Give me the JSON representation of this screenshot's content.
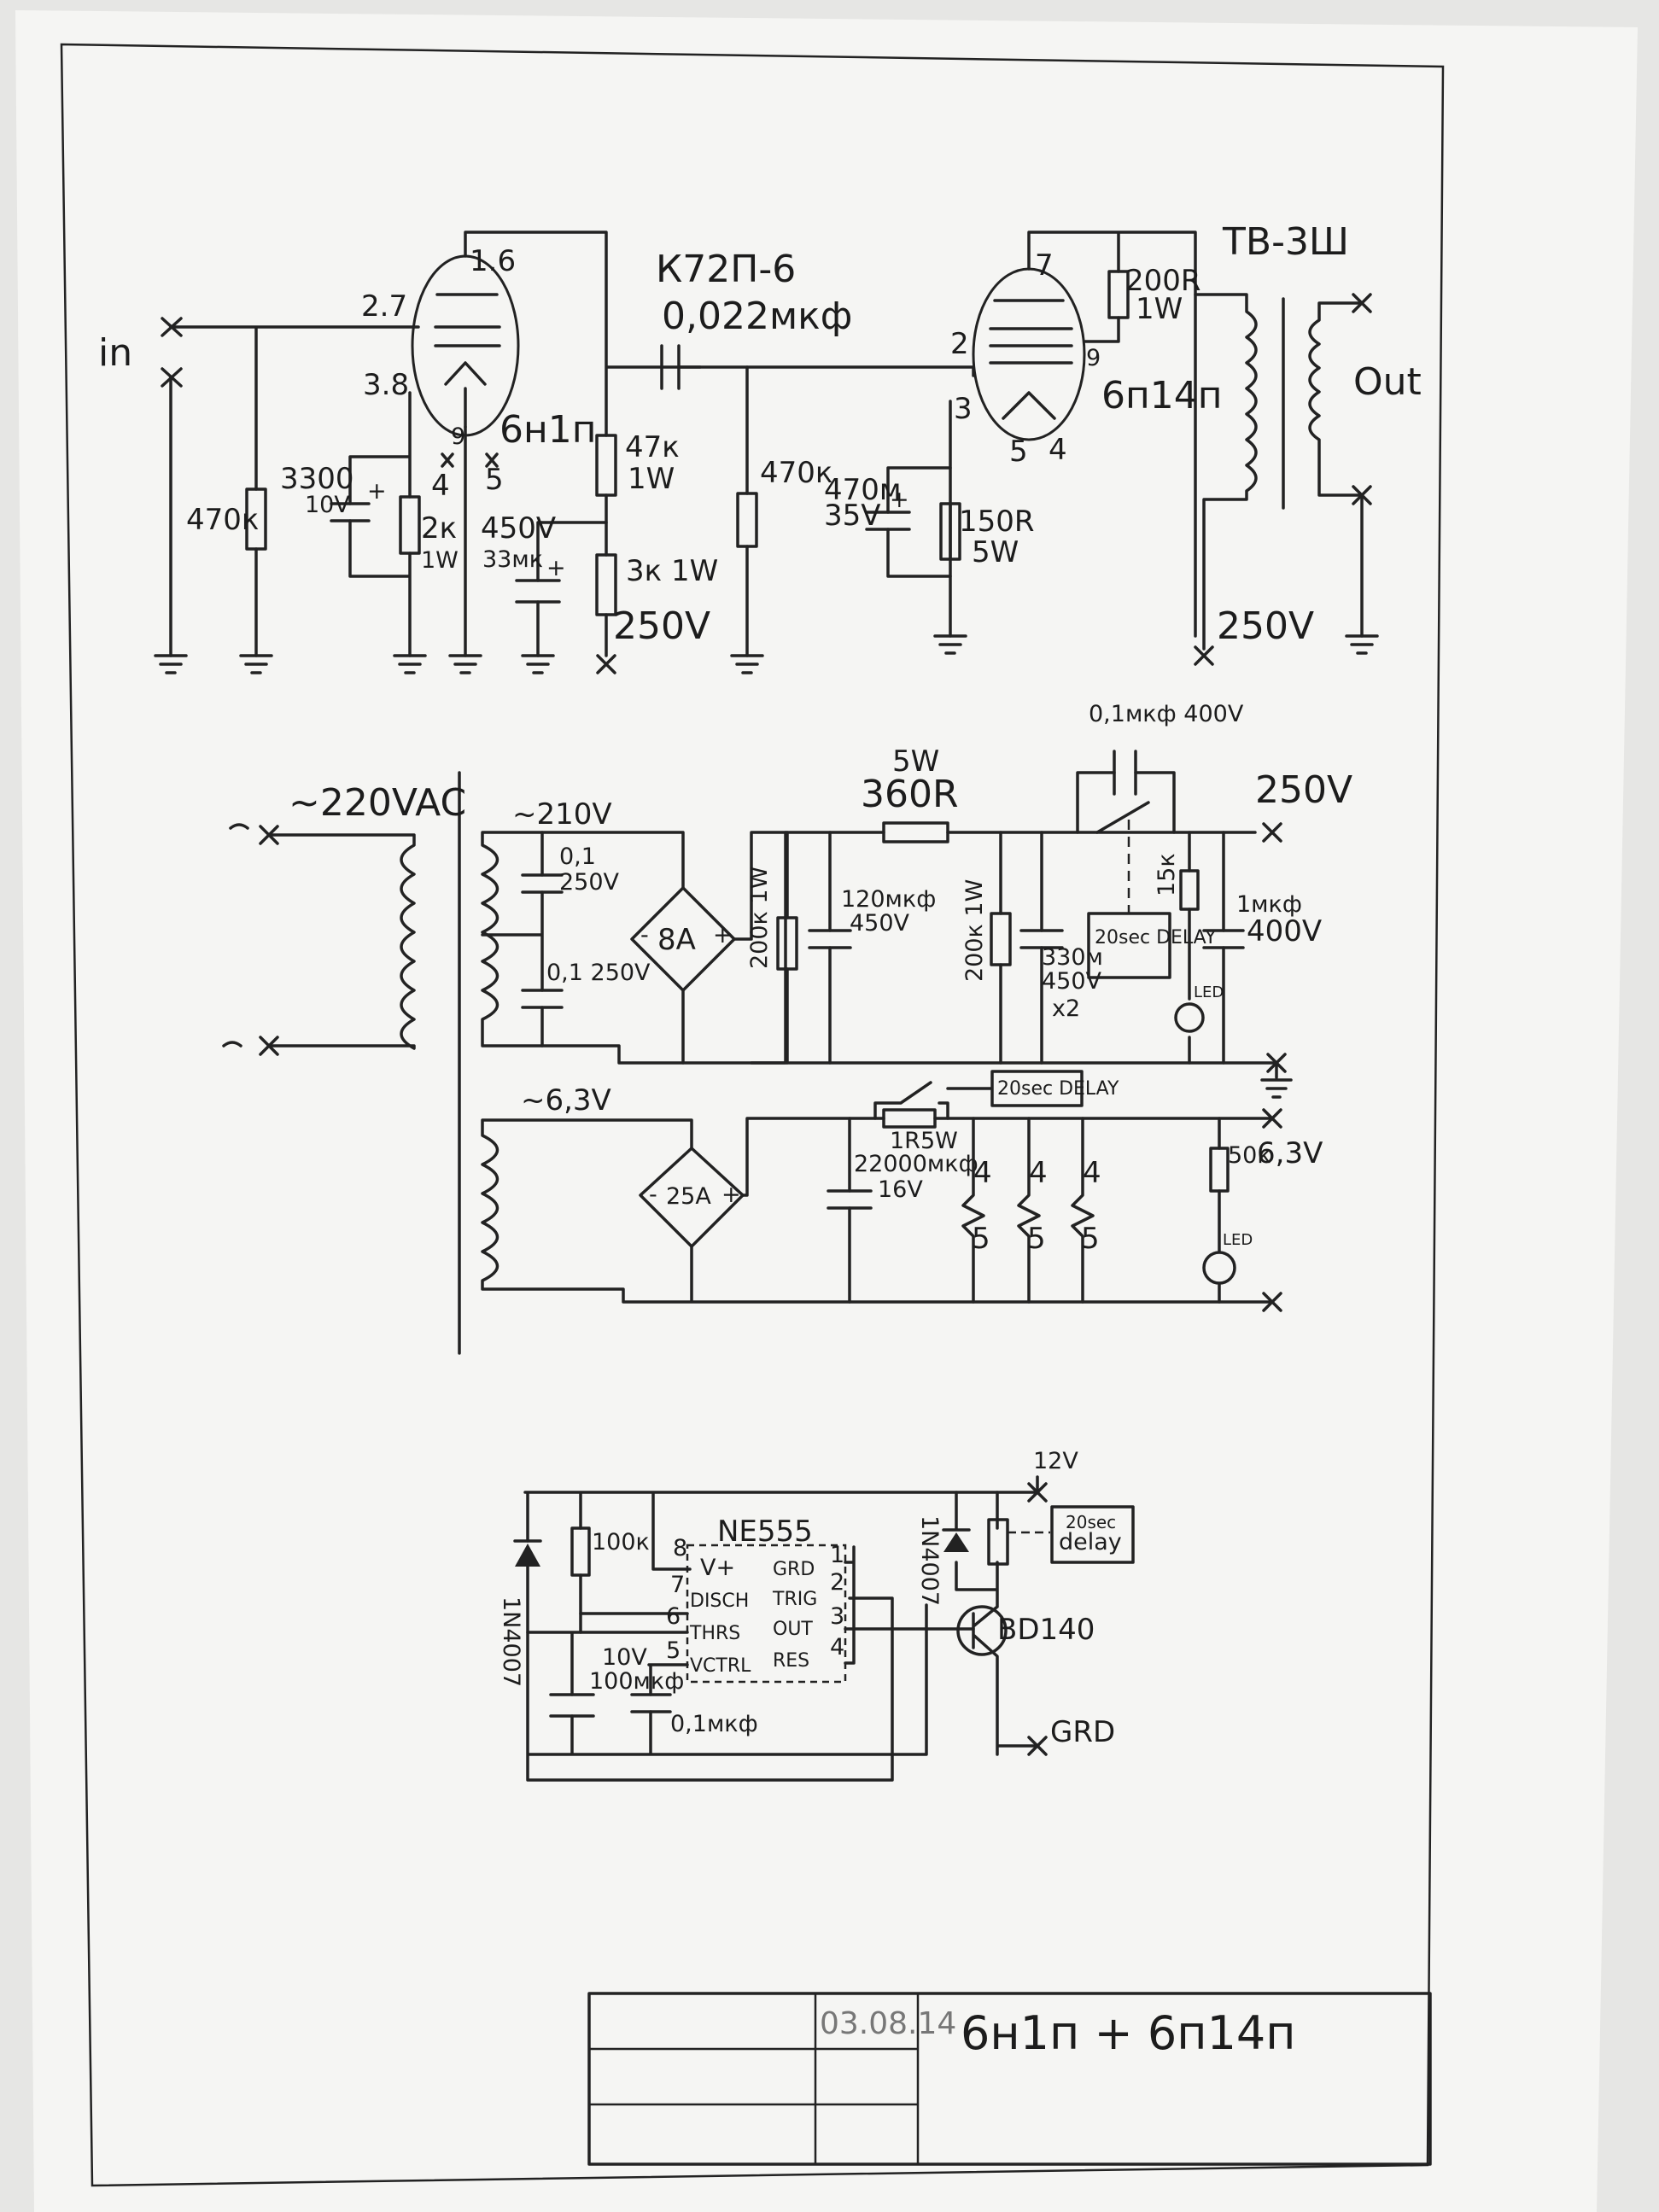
{
  "amplifier": {
    "input": "in",
    "r_grid": "470к",
    "pre_tube": {
      "name": "6н1п",
      "pin_a": "1.6",
      "pin_g": "2.7",
      "pin_k": "3.8",
      "pin_h1": "4",
      "pin_h2": "5",
      "pin_h3": "9"
    },
    "c_k": {
      "value": "3300",
      "volt": "10V"
    },
    "r_k": {
      "value": "2к",
      "power": "1W"
    },
    "c_filter": {
      "volt": "450V",
      "value": "33мк"
    },
    "r_load": {
      "value": "47к",
      "power": "1W"
    },
    "r_dec": "3к 1W",
    "b_plus_pre": "250V",
    "coupling_cap": {
      "type": "К72П-6",
      "value": "0,022мкф"
    },
    "r_grid2": "470к",
    "out_tube": {
      "name": "6п14п",
      "pin_7": "7",
      "pin_2": "2",
      "pin_3": "3",
      "pin_9": "9",
      "pin_5": "5",
      "pin_4": "4"
    },
    "r_screen": {
      "value": "200R",
      "power": "1W"
    },
    "c_k2": {
      "value": "470м",
      "volt": "35V"
    },
    "r_k2": {
      "value": "150R",
      "power": "5W"
    },
    "transformer": "ТВ-3Ш",
    "output": "Out",
    "b_plus_out": "250V"
  },
  "psu": {
    "mains": "~220VAC",
    "sec_hv": "~210V",
    "c1": {
      "value": "0,1",
      "volt": "250V"
    },
    "c2": "0,1 250V",
    "bridge_hv": "8A",
    "r_bleed1": "200к 1W",
    "c_res1": {
      "value": "120мкф",
      "volt": "450V"
    },
    "r_series": {
      "power": "5W",
      "value": "360R"
    },
    "r_bleed2": "200к 1W",
    "c_res2": {
      "value": "330м",
      "volt": "450V",
      "count": "x2"
    },
    "c_snub": "0,1мкф 400V",
    "delay_hv": "20sec DELAY",
    "r_led1": "15к",
    "c_out": {
      "value": "1мкф",
      "volt": "400V"
    },
    "led1": "LED",
    "hv_out": "250V",
    "sec_lv": "~6,3V",
    "bridge_lv": "25A",
    "r_lv": "1R5W",
    "delay_lv": "20sec DELAY",
    "c_lv": {
      "value": "22000мкф",
      "volt": "16V"
    },
    "heaters": [
      {
        "top": "4",
        "bottom": "5"
      },
      {
        "top": "4",
        "bottom": "5"
      },
      {
        "top": "4",
        "bottom": "5"
      }
    ],
    "r_led2": "50к",
    "lv_out": "6,3V",
    "led2": "LED"
  },
  "timer": {
    "diode1": "1N4007",
    "r_timing": "100к",
    "ic": "NE555",
    "left_pins": [
      {
        "num": "8",
        "name": "V+"
      },
      {
        "num": "7",
        "name": "DISCH"
      },
      {
        "num": "6",
        "name": "THRS"
      },
      {
        "num": "5",
        "name": "VCTRL"
      }
    ],
    "right_pins": [
      {
        "num": "1",
        "name": "GRD"
      },
      {
        "num": "2",
        "name": "TRIG"
      },
      {
        "num": "3",
        "name": "OUT"
      },
      {
        "num": "4",
        "name": "RES"
      }
    ],
    "c_timing": {
      "volt": "10V",
      "value": "100мкф"
    },
    "c_ctrl": "0,1мкф",
    "diode2": "1N4007",
    "transistor": "BD140",
    "vcc": "12V",
    "gnd": "GRD",
    "delay": {
      "line1": "20sec",
      "line2": "delay"
    }
  },
  "title_block": {
    "date": "03.08.14",
    "title": "6н1п + 6п14п"
  }
}
